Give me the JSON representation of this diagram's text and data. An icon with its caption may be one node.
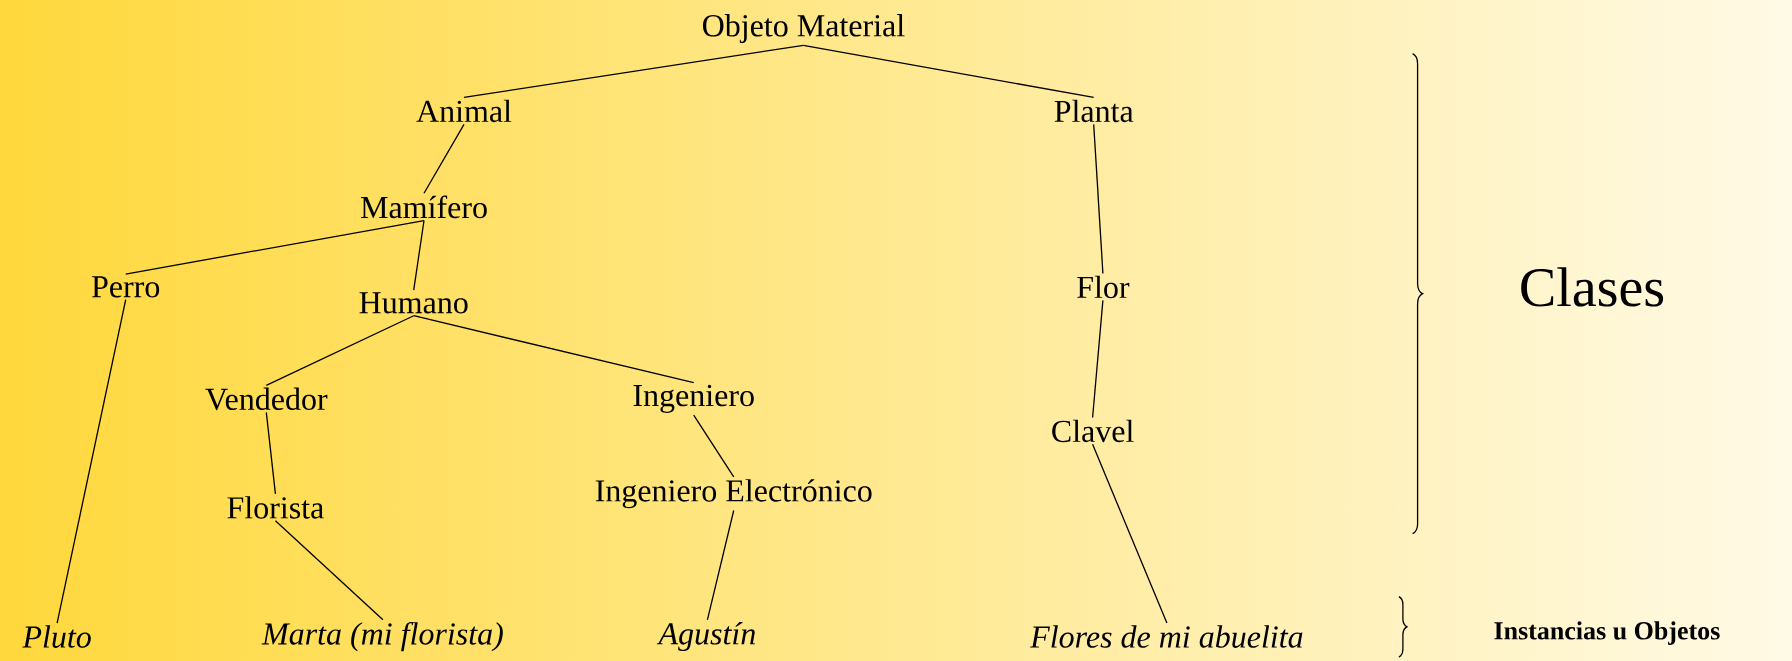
{
  "diagram": {
    "nodes": [
      {
        "text": [
          "Objeto Material"
        ]
      },
      {
        "text": [
          "Animal"
        ]
      },
      {
        "text": [
          "Planta"
        ]
      },
      {
        "text": [
          "Mamífero"
        ]
      },
      {
        "text": [
          "Perro"
        ]
      },
      {
        "text": [
          "Humano"
        ]
      },
      {
        "text": [
          "Flor"
        ]
      },
      {
        "text": [
          "Vendedor"
        ]
      },
      {
        "text": [
          "Ingeniero"
        ]
      },
      {
        "text": [
          "Clavel"
        ]
      },
      {
        "text": [
          "Florista"
        ]
      },
      {
        "text": [
          "Ingeniero Electrónico"
        ]
      },
      {
        "text": [
          "Pluto"
        ]
      },
      {
        "text": [
          "Marta (mi florista)"
        ]
      },
      {
        "text": [
          "Agustín"
        ]
      },
      {
        "text": [
          "Flores de mi abuelita"
        ]
      }
    ],
    "edges": [
      {
        "from": 0,
        "to": 1,
        "arrow": "none"
      },
      {
        "from": 0,
        "to": 2,
        "arrow": "none"
      },
      {
        "from": 1,
        "to": 3,
        "arrow": "none"
      },
      {
        "from": 3,
        "to": 4,
        "arrow": "none"
      },
      {
        "from": 3,
        "to": 5,
        "arrow": "none"
      },
      {
        "from": 2,
        "to": 6,
        "arrow": "none"
      },
      {
        "from": 5,
        "to": 7,
        "arrow": "none"
      },
      {
        "from": 5,
        "to": 8,
        "arrow": "none"
      },
      {
        "from": 6,
        "to": 9,
        "arrow": "none"
      },
      {
        "from": 7,
        "to": 10,
        "arrow": "none"
      },
      {
        "from": 8,
        "to": 11,
        "arrow": "none"
      },
      {
        "from": 4,
        "to": 12,
        "arrow": "none"
      },
      {
        "from": 10,
        "to": 13,
        "arrow": "none"
      },
      {
        "from": 11,
        "to": 14,
        "arrow": "none"
      },
      {
        "from": 9,
        "to": 15,
        "arrow": "none"
      }
    ],
    "labels": [
      "Clases",
      "Instancias u Objetos"
    ]
  }
}
